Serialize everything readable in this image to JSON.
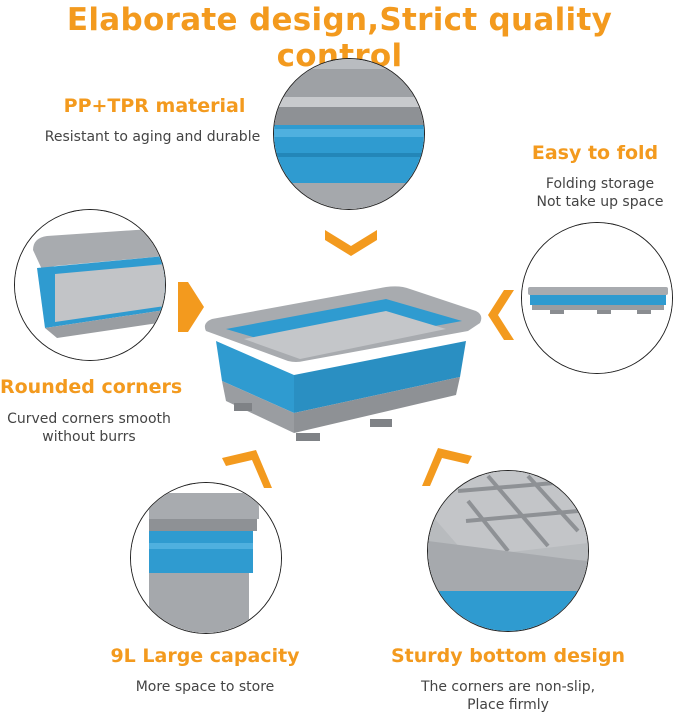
{
  "header": {
    "title": "Elaborate design,Strict quality control"
  },
  "features": {
    "material": {
      "title": "PP+TPR material",
      "desc": "Resistant to aging and durable"
    },
    "fold": {
      "title": "Easy to fold",
      "desc1": "Folding storage",
      "desc2": "Not take up space"
    },
    "corners": {
      "title": "Rounded corners",
      "desc1": "Curved corners smooth",
      "desc2": "without burrs"
    },
    "capacity": {
      "title": "9L Large capacity",
      "desc": "More space to store"
    },
    "bottom": {
      "title": "Sturdy bottom design",
      "desc1": "The corners are non-slip,",
      "desc2": "Place firmly"
    }
  },
  "colors": {
    "accent": "#f39a1e",
    "blue": "#2f9bd0",
    "gray": "#a9acb0"
  },
  "icons": [
    "chevron-down-icon",
    "chevron-right-icon",
    "chevron-left-icon",
    "chevron-up-right-icon",
    "chevron-up-left-icon"
  ]
}
